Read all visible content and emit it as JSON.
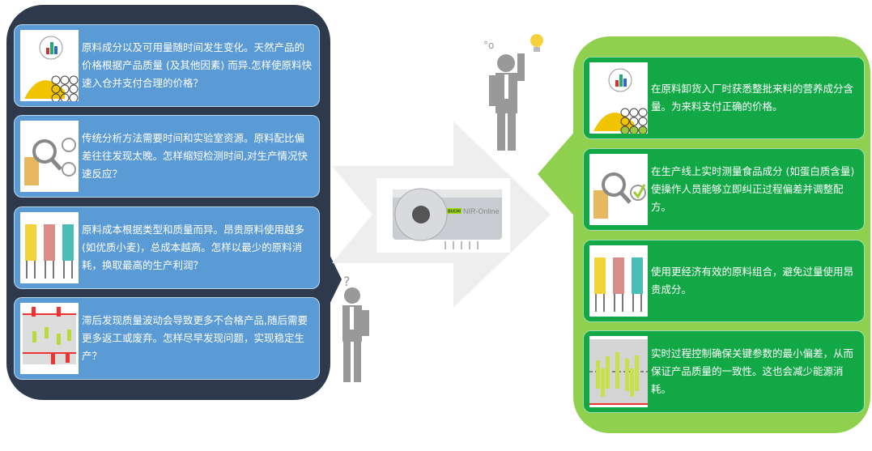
{
  "problems": [
    {
      "text": "原料成分以及可用量随时间发生变化。天然产品的价格根据产品质量 (及其他因素) 而异.怎样使原料快速入仓并支付合理的价格？",
      "icon": "grain-price-icon"
    },
    {
      "text": "传统分析方法需要时间和实验室资源。原料配比偏差往往发现太晚。怎样缩短检测时间,对生产情况快速反应？",
      "icon": "lab-analysis-clock-icon"
    },
    {
      "text": "原料成本根据类型和质量而异。昂贵原料使用越多 (如优质小麦)，总成本越高。怎样以最少的原料消耗，换取最高的生产利润？",
      "icon": "silos-icon"
    },
    {
      "text": "滞后发现质量波动会导致更多不合格产品,随后需要更多返工或废弃。怎样尽早发现问题，实现稳定生产？",
      "icon": "quality-fluctuation-icon"
    }
  ],
  "solutions": [
    {
      "text": "在原料卸货入厂时获悉整批来料的营养成分含量。为来料支付正确的价格。",
      "icon": "grain-price-icon"
    },
    {
      "text": "在生产线上实时测量食品成分 (如蛋白质含量) 使操作人员能够立即纠正过程偏差并调整配方。",
      "icon": "lab-analysis-check-icon"
    },
    {
      "text": "使用更经济有效的原料组合，避免过量使用昂贵成分。",
      "icon": "silos-icon"
    },
    {
      "text": "实时过程控制确保关键参数的最小偏差，从而保证产品质量的一致性。这也会减少能源消耗。",
      "icon": "stable-quality-icon"
    }
  ],
  "device": {
    "label": "NIR-Online",
    "brand": "BUCHI"
  },
  "colors": {
    "left_panel": "#2e3a4c",
    "problem_card": "#5b9bd5",
    "right_panel": "#8fd14f",
    "solution_card": "#12a845"
  }
}
